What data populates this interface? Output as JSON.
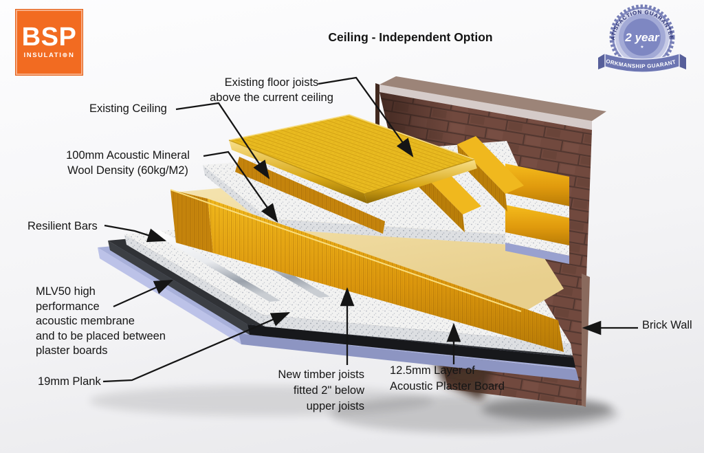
{
  "palette": {
    "orange": "#f26b21",
    "badge-blue": "#6d76b2",
    "badge-light": "#aab0d8",
    "wood": "#e9bb20",
    "joist": "#dd9a10",
    "wool": "#f0dda4",
    "membrane": "#2e3034",
    "board-blue": "#a8b0da",
    "brick": "#71493e",
    "speckle-board": "#f2f2f1",
    "line": "#151515"
  },
  "header": {
    "title": "Ceiling - Independent Option"
  },
  "logo": {
    "name": "BSP",
    "subtitle": "INSULATI⊛N"
  },
  "badge": {
    "arc_text": "★ SATISFACTION GUARANTEED ★",
    "center_text": "2 year",
    "center_star": "★",
    "banner_text": "WORKMANSHIP GUARANTEE"
  },
  "diagram": {
    "labels": [
      {
        "id": "existing-floor-joists",
        "text": "Existing floor joists\nabove the current ceiling"
      },
      {
        "id": "existing-ceiling",
        "text": "Existing Ceiling"
      },
      {
        "id": "mineral-wool",
        "text": "100mm Acoustic Mineral\nWool Density (60kg/M2)"
      },
      {
        "id": "resilient-bars",
        "text": "Resilient Bars"
      },
      {
        "id": "mlv50-membrane",
        "text": "MLV50 high\nperformance\nacoustic membrane\nand to be placed between\nplaster boards"
      },
      {
        "id": "plank-19mm",
        "text": "19mm Plank"
      },
      {
        "id": "new-timber-joists",
        "text": "New timber joists\nfitted 2\" below\nupper joists"
      },
      {
        "id": "acoustic-plaster-board",
        "text": "12.5mm Layer of\nAcoustic Plaster Board"
      },
      {
        "id": "brick-wall",
        "text": "Brick Wall"
      }
    ]
  }
}
